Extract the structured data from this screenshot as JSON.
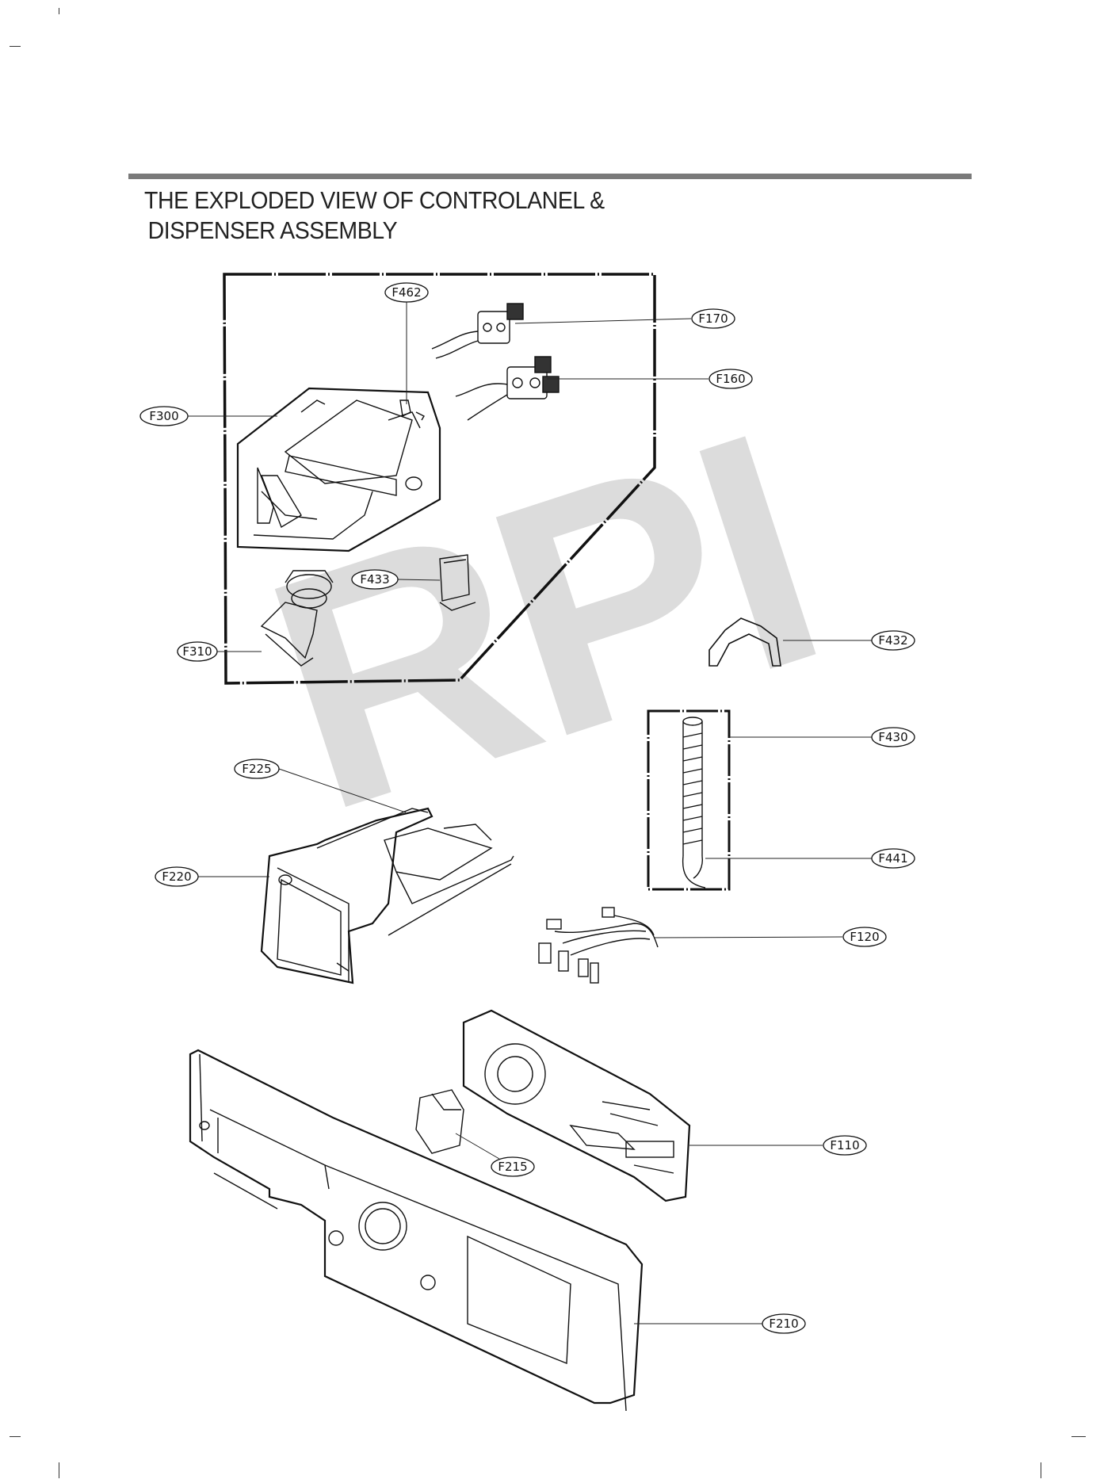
{
  "title": {
    "line1": "THE EXPLODED VIEW OF CONTROLANEL &",
    "line2": "DISPENSER ASSEMBLY"
  },
  "watermark": "RPI",
  "callouts": {
    "f462": "F462",
    "f170": "F170",
    "f160": "F160",
    "f300": "F300",
    "f433": "F433",
    "f310": "F310",
    "f432": "F432",
    "f430": "F430",
    "f225": "F225",
    "f441": "F441",
    "f220": "F220",
    "f120": "F120",
    "f110": "F110",
    "f215": "F215",
    "f210": "F210"
  }
}
